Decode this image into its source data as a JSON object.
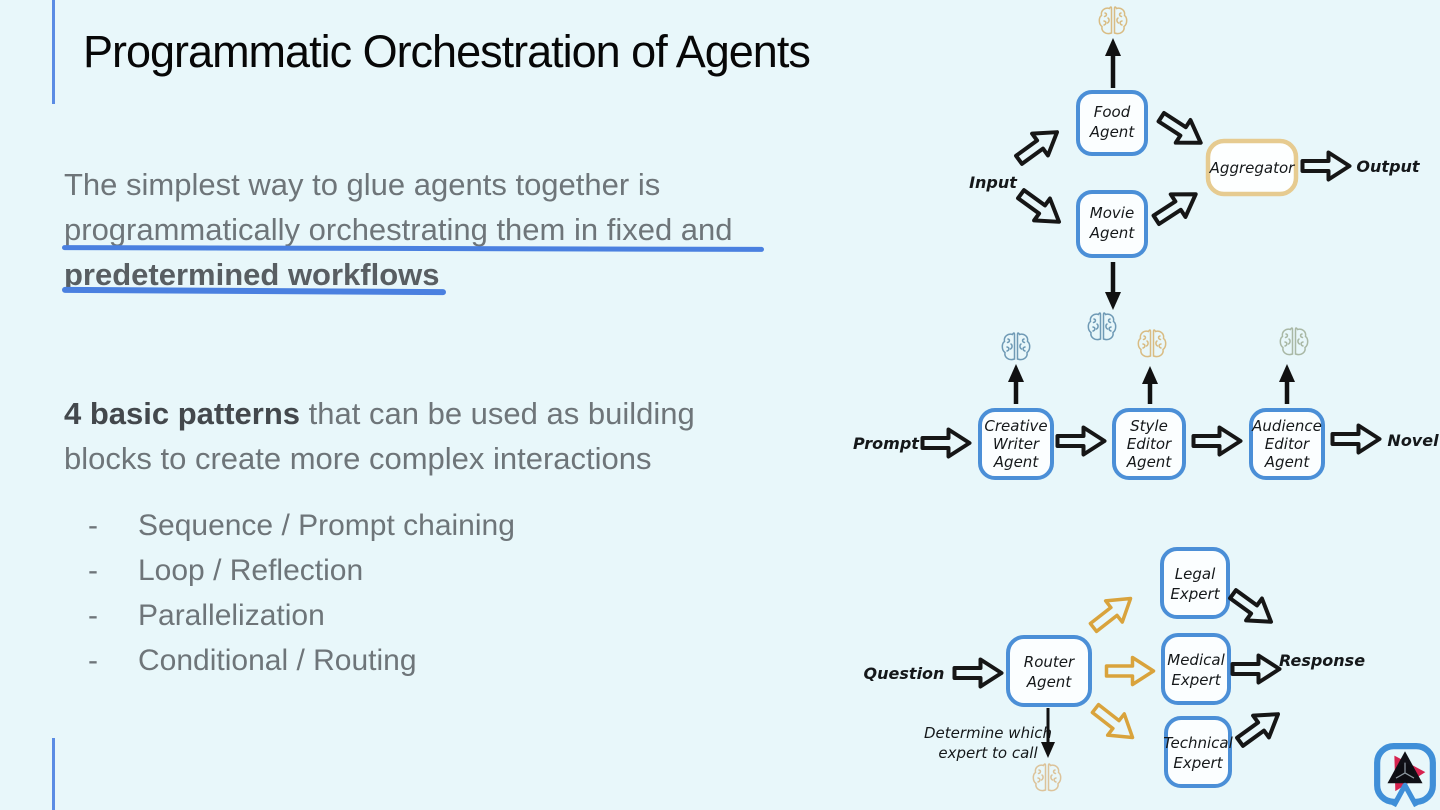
{
  "slide": {
    "title": "Programmatic Orchestration of Agents",
    "intro": {
      "line1": "The simplest way to glue agents together is",
      "line2": "programmatically orchestrating them in fixed and",
      "line3_bold": "predetermined workflows"
    },
    "patterns": {
      "lead_bold": "4 basic patterns",
      "lead_rest_line1": " that can be used as building",
      "lead_line2": "blocks to create more complex interactions",
      "dash": "-",
      "items": [
        "Sequence / Prompt chaining",
        "Loop / Reflection",
        "Parallelization",
        "Conditional / Routing"
      ]
    }
  },
  "colors": {
    "background": "#e8f7fa",
    "accent_blue": "#4a80e0",
    "box_blue": "#4b8fd7",
    "box_tan": "#e6cb90",
    "arrow_black": "#161616",
    "arrow_orange": "#d9a33c",
    "brain_blue": "#6f9ab5",
    "brain_tan": "#d9bc83",
    "brain_sage": "#a9b8a5",
    "brain_beige": "#dcc39a",
    "logo_blue": "#3f8fd8",
    "logo_red": "#d6234f"
  },
  "diagram_parallelization": {
    "input": "Input",
    "output": "Output",
    "food_agent": {
      "l1": "Food",
      "l2": "Agent"
    },
    "movie_agent": {
      "l1": "Movie",
      "l2": "Agent"
    },
    "aggregator": "Aggregator"
  },
  "diagram_sequence": {
    "prompt": "Prompt",
    "novel": "Novel",
    "creative_writer": {
      "l1": "Creative",
      "l2": "Writer",
      "l3": "Agent"
    },
    "style_editor": {
      "l1": "Style",
      "l2": "Editor",
      "l3": "Agent"
    },
    "audience_editor": {
      "l1": "Audience",
      "l2": "Editor",
      "l3": "Agent"
    }
  },
  "diagram_routing": {
    "question": "Question",
    "response": "Response",
    "router_agent": {
      "l1": "Router",
      "l2": "Agent"
    },
    "legal_expert": {
      "l1": "Legal",
      "l2": "Expert"
    },
    "medical_expert": {
      "l1": "Medical",
      "l2": "Expert"
    },
    "technical_expert": {
      "l1": "Technical",
      "l2": "Expert"
    },
    "note": {
      "l1": "Determine which",
      "l2": "expert to call"
    }
  }
}
